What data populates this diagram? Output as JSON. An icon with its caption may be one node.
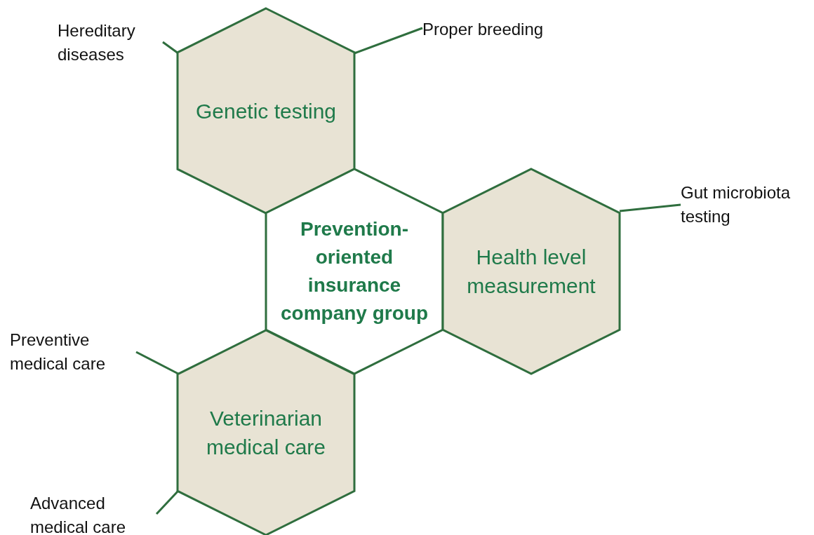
{
  "diagram": {
    "nodes": [
      {
        "text": [
          "Hereditary diseases"
        ]
      },
      {
        "text": [
          "Genetic testing"
        ]
      },
      {
        "text": [
          "Proper breeding"
        ]
      },
      {
        "text": [
          "Prevention-oriented insurance company group"
        ]
      },
      {
        "text": [
          "Gut microbiota testing"
        ]
      },
      {
        "text": [
          "Health level measurement"
        ]
      },
      {
        "text": [
          "Preventive medical care"
        ]
      },
      {
        "text": [
          "Veterinarian medical care"
        ]
      },
      {
        "text": [
          "Advanced medical care"
        ]
      }
    ],
    "edges": [
      {
        "from": 0,
        "to": 1,
        "arrow": "none"
      },
      {
        "from": 2,
        "to": 1,
        "arrow": "none"
      },
      {
        "from": 4,
        "to": 5,
        "arrow": "none"
      },
      {
        "from": 6,
        "to": 7,
        "arrow": "none"
      },
      {
        "from": 8,
        "to": 7,
        "arrow": "none"
      }
    ]
  }
}
